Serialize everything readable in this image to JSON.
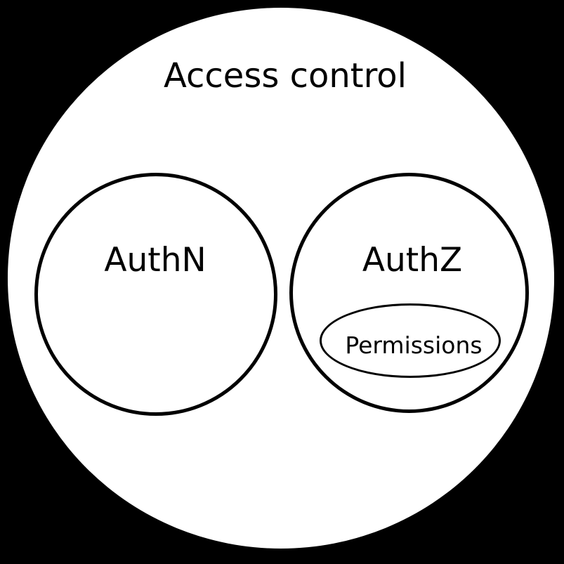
{
  "diagram": {
    "type": "euler-diagram",
    "colors": {
      "background": "#000000",
      "set_fill": "#ffffff",
      "stroke": "#000000",
      "text": "#000000"
    },
    "outer": {
      "label": "Access control"
    },
    "sets": [
      {
        "label": "AuthN",
        "children": []
      },
      {
        "label": "AuthZ",
        "children": [
          {
            "label": "Permissions"
          }
        ]
      }
    ]
  }
}
